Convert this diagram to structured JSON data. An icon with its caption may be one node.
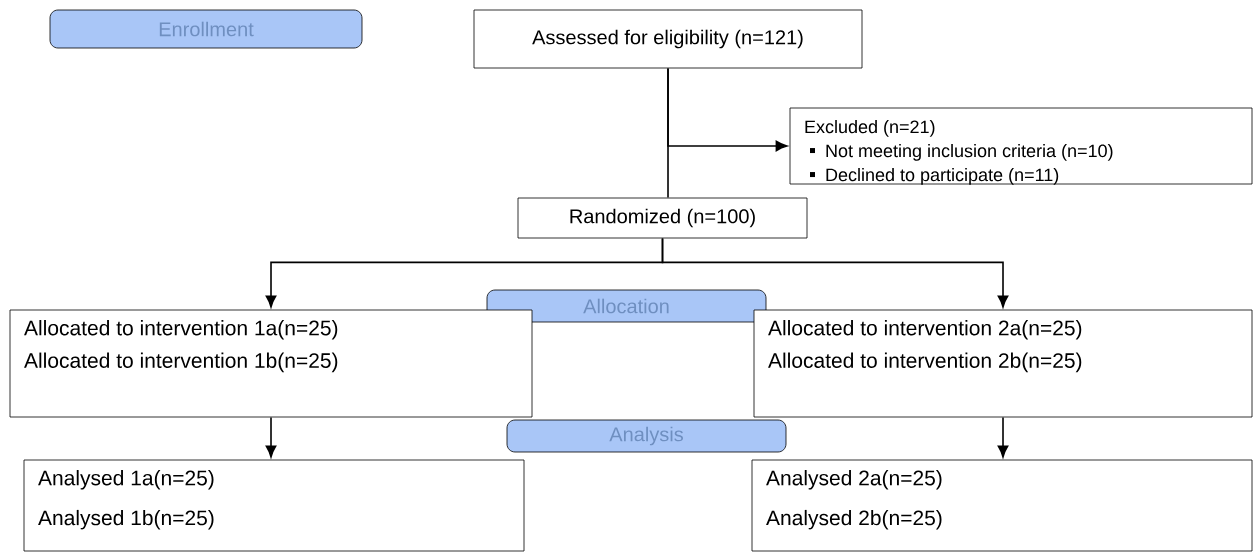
{
  "diagram": {
    "nodes": [
      {
        "text": [
          "Enrollment"
        ]
      },
      {
        "text": [
          "Assessed for eligibility (n=121)"
        ]
      },
      {
        "text": [
          "Excluded (n=21)",
          "Not meeting inclusion criteria (n=10)",
          "Declined to participate (n=11)"
        ]
      },
      {
        "text": [
          "Randomized (n=100)"
        ]
      },
      {
        "text": [
          "Allocation"
        ]
      },
      {
        "text": [
          "Allocated to intervention 1a(n=25)",
          "Allocated to intervention 1b(n=25)"
        ]
      },
      {
        "text": [
          "Allocated to intervention 2a(n=25)",
          "Allocated to intervention 2b(n=25)"
        ]
      },
      {
        "text": [
          "Analysis"
        ]
      },
      {
        "text": [
          "Analysed 1a(n=25)",
          "Analysed 1b(n=25)"
        ]
      },
      {
        "text": [
          "Analysed 2a(n=25)",
          "Analysed 2b(n=25)"
        ]
      }
    ],
    "edges": [
      {
        "from": 1,
        "to": 3,
        "arrow": "none"
      },
      {
        "from": 1,
        "to": 2,
        "arrow": "to"
      },
      {
        "from": 3,
        "to": 5,
        "arrow": "to"
      },
      {
        "from": 3,
        "to": 6,
        "arrow": "to"
      },
      {
        "from": 5,
        "to": 8,
        "arrow": "to"
      },
      {
        "from": 6,
        "to": 9,
        "arrow": "to"
      }
    ]
  }
}
